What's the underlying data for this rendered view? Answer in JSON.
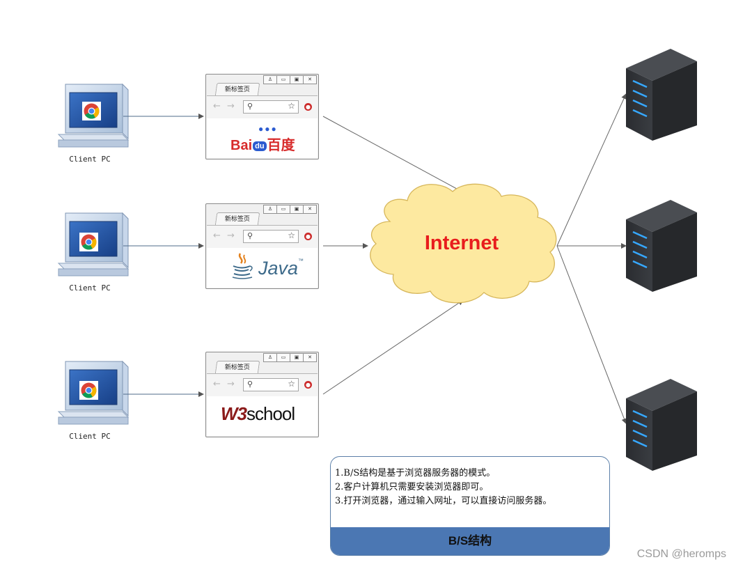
{
  "clients": [
    {
      "label": "Client PC"
    },
    {
      "label": "Client PC"
    },
    {
      "label": "Client PC"
    }
  ],
  "browsers": [
    {
      "tab_title": "新标签页",
      "site": "Baidu",
      "logo_text_a": "Bai",
      "logo_text_b": "du",
      "logo_text_c": "百度"
    },
    {
      "tab_title": "新标签页",
      "site": "Java",
      "logo_text_a": "Java",
      "logo_text_b": "™"
    },
    {
      "tab_title": "新标签页",
      "site": "W3school",
      "logo_text_a": "W3",
      "logo_text_b": "school"
    }
  ],
  "internet": {
    "label": "Internet"
  },
  "info": {
    "lines": [
      "1.B/S结构是基于浏览器服务器的模式。",
      "2.客户计算机只需要安装浏览器即可。",
      "3.打开浏览器，通过输入网址，可以直接访问服务器。"
    ],
    "footer": "B/S结构"
  },
  "watermark": "CSDN @heromps",
  "colors": {
    "cloud_fill": "#fde9a0",
    "cloud_stroke": "#d6b65a",
    "internet_text": "#e81d1d",
    "server_body": "#2f3236",
    "server_led": "#36a8ff",
    "info_footer": "#4b77b3"
  }
}
